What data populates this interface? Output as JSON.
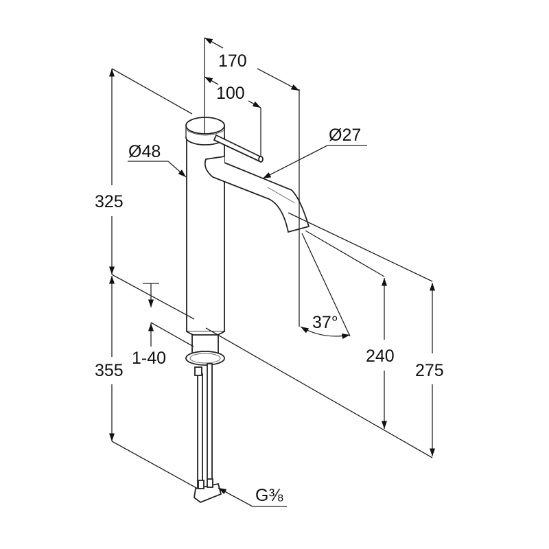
{
  "drawing": {
    "dimensions": {
      "spout_reach": "170",
      "lever_reach": "100",
      "body_diameter": "Ø48",
      "spout_diameter": "Ø27",
      "height_above_deck": "325",
      "height_below_deck": "355",
      "deck_thickness": "1-40",
      "spout_outlet_height": "240",
      "overall_spout_height": "275",
      "outlet_angle": "37°",
      "connection_thread": "G⅜"
    }
  }
}
